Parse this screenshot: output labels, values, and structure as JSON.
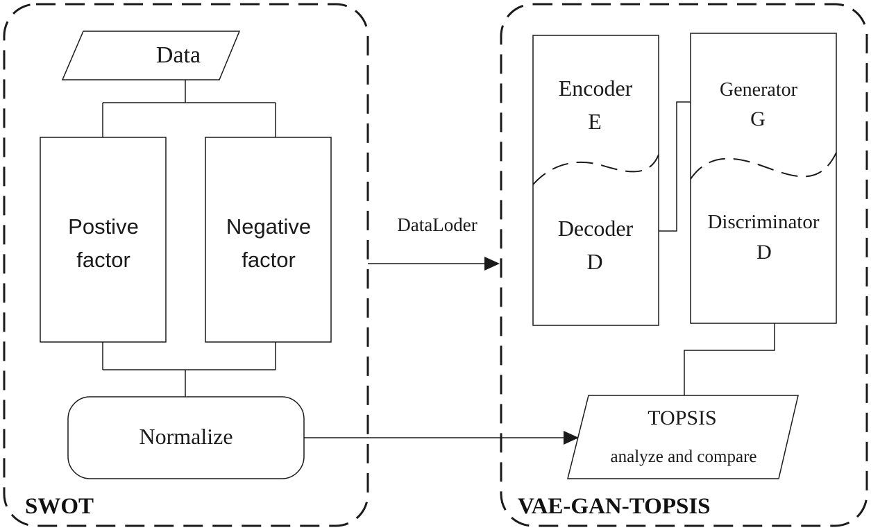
{
  "groups": {
    "left_label": "SWOT",
    "right_label": "VAE-GAN-TOPSIS"
  },
  "nodes": {
    "data": "Data",
    "positive_line1": "Postive",
    "positive_line2": "factor",
    "negative_line1": "Negative",
    "negative_line2": "factor",
    "normalize": "Normalize",
    "encoder_name": "Encoder",
    "encoder_symbol": "E",
    "decoder_name": "Decoder",
    "decoder_symbol": "D",
    "generator_name": "Generator",
    "generator_symbol": "G",
    "discriminator_name": "Discriminator",
    "discriminator_symbol": "D",
    "topsis_title": "TOPSIS",
    "topsis_subtitle": "analyze and compare"
  },
  "edges": {
    "dataloader_label": "DataLoder"
  },
  "colors": {
    "stroke": "#1a1a1a",
    "background": "#ffffff"
  }
}
